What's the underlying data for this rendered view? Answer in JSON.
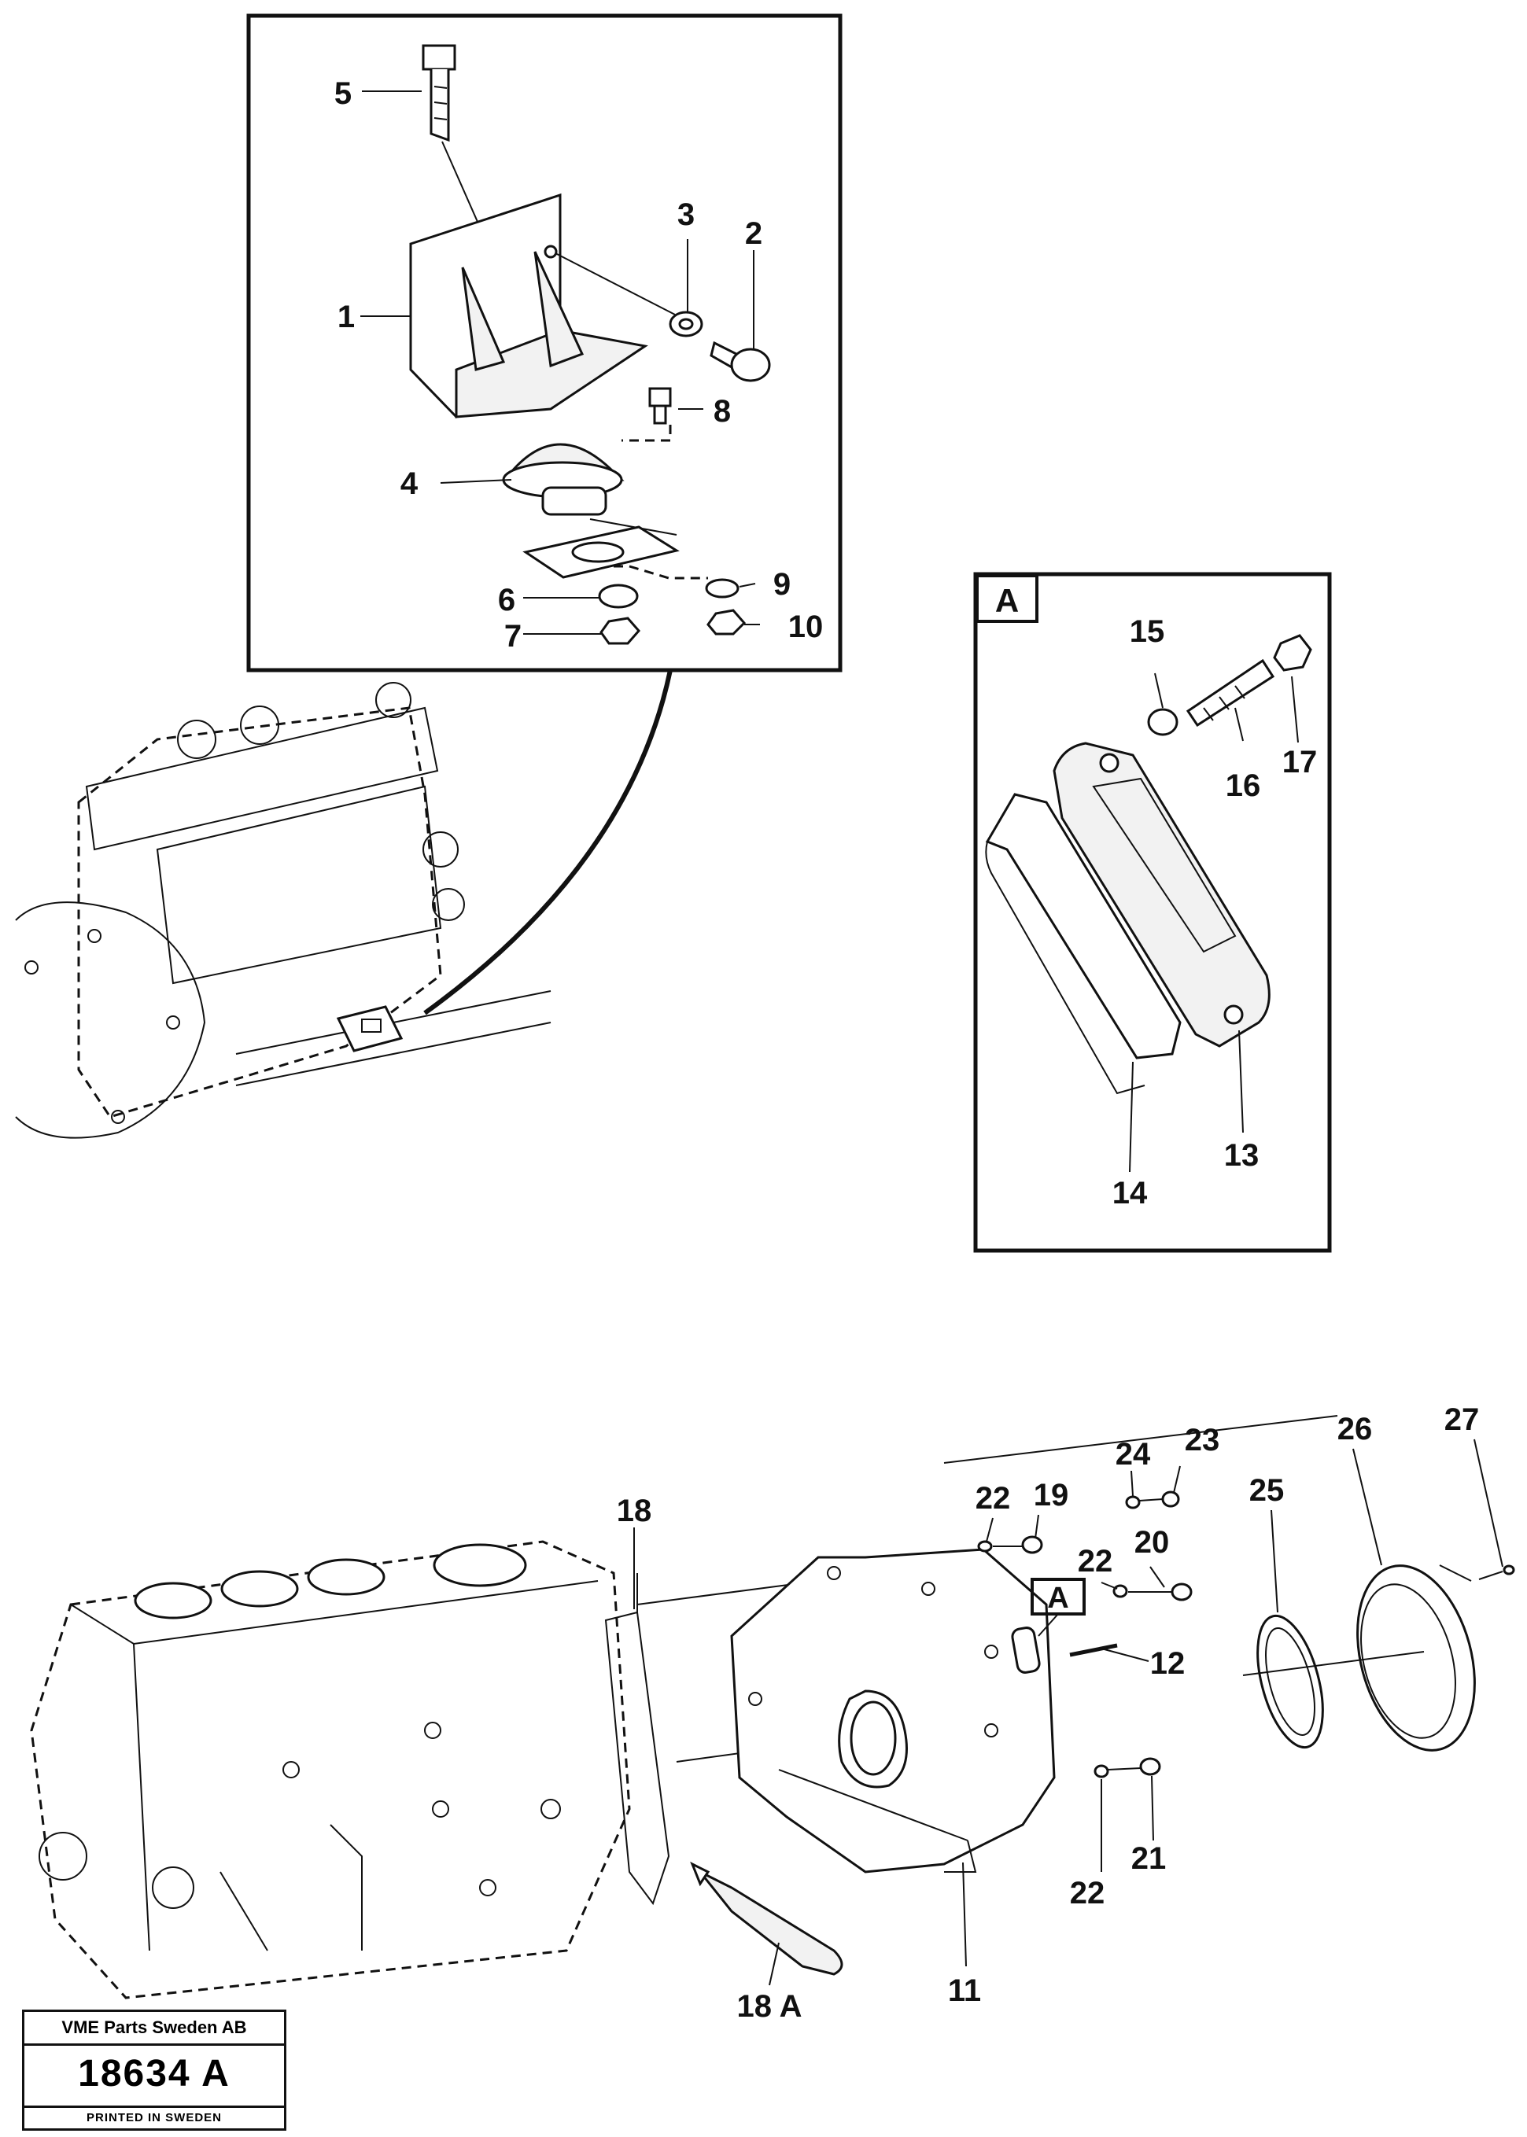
{
  "callouts": {
    "c1": "1",
    "c2": "2",
    "c3": "3",
    "c4": "4",
    "c5": "5",
    "c6": "6",
    "c7": "7",
    "c8": "8",
    "c9": "9",
    "c10": "10",
    "c11": "11",
    "c12": "12",
    "c13": "13",
    "c14": "14",
    "c15": "15",
    "c16": "16",
    "c17": "17",
    "c18": "18",
    "c18a": "18 A",
    "c19": "19",
    "c20": "20",
    "c21": "21",
    "c22a": "22",
    "c22b": "22",
    "c22c": "22",
    "c23": "23",
    "c24": "24",
    "c25": "25",
    "c26": "26",
    "c27": "27"
  },
  "detail_tag": "A",
  "housing_tag": "A",
  "stamp": {
    "company": "VME Parts Sweden AB",
    "doc_number": "18634  A",
    "printed": "PRINTED IN SWEDEN"
  }
}
